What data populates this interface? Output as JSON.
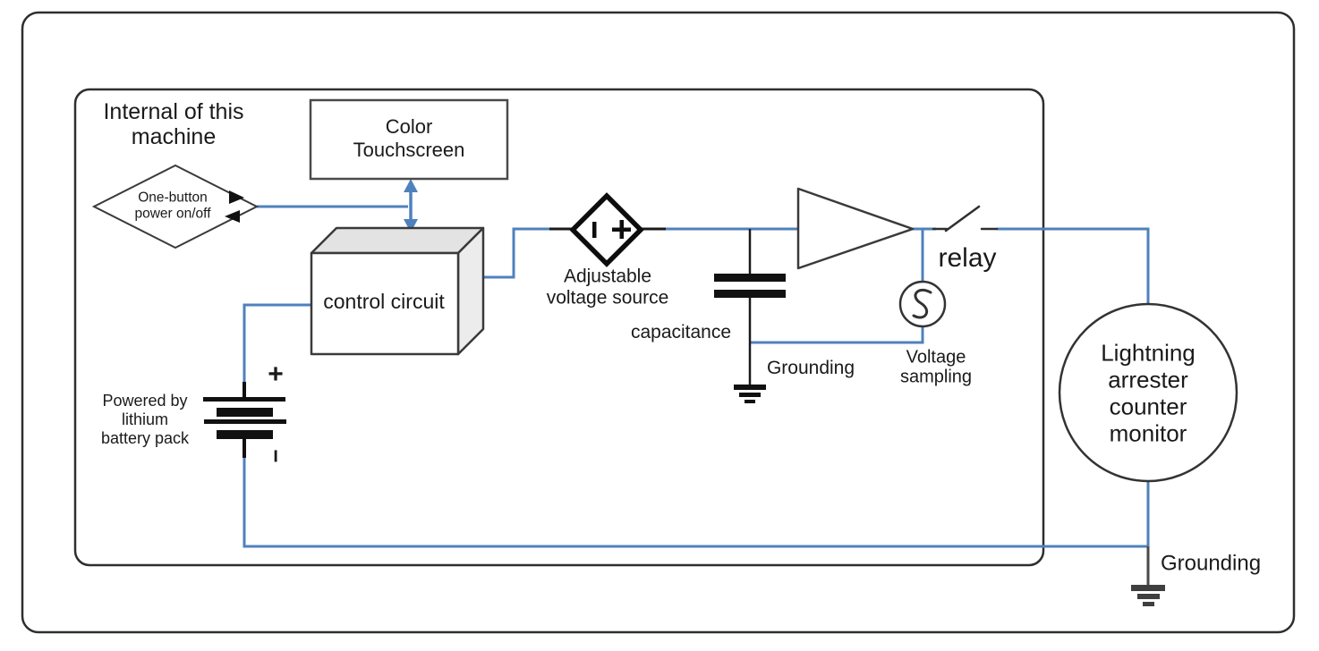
{
  "diagram": {
    "type": "block-circuit-diagram",
    "labels": {
      "internal_machine": "Internal of this\nmachine",
      "one_button": "One-button\npower on/off",
      "touchscreen": "Color\nTouchscreen",
      "control_circuit": "control circuit",
      "voltage_source": "Adjustable\nvoltage source",
      "voltage_source_marks": "− +",
      "capacitance": "capacitance",
      "grounding_capacitor": "Grounding",
      "voltage_sampling": "Voltage\nsampling",
      "relay": "relay",
      "battery": "Powered by\nlithium\nbattery pack",
      "battery_plus": "+",
      "battery_minus": "−",
      "monitor": "Lightning\narrester\ncounter\nmonitor",
      "grounding_output": "Grounding"
    },
    "colors": {
      "wire_blue": "#4f81bd",
      "outline_dark": "#3a3a3a",
      "symbol_black": "#111111",
      "box_shade": "#e6e6e6",
      "text_ink": "#1a1a1a"
    }
  }
}
